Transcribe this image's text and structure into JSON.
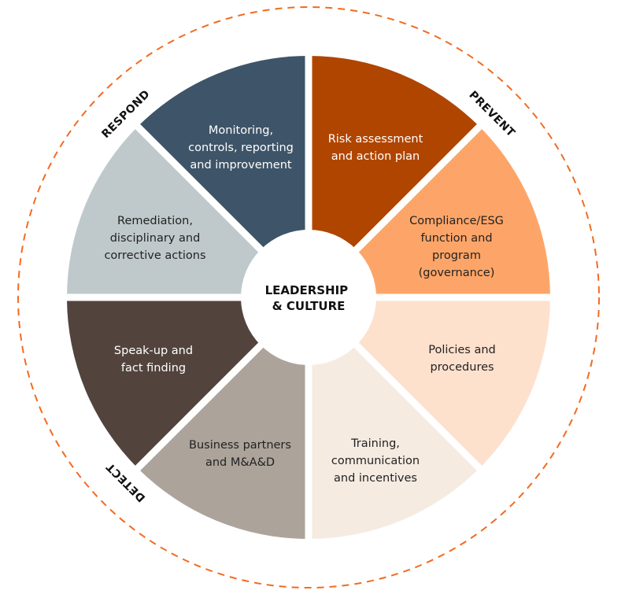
{
  "center": {
    "line1": "LEADERSHIP",
    "line2": "& CULTURE"
  },
  "phases": {
    "respond": "RESPOND",
    "prevent": "PREVENT",
    "detect": "DETECT"
  },
  "accent_color": "#f26b21",
  "segments": [
    {
      "lines": [
        "Risk assessment",
        "and action plan"
      ],
      "color": "#b04500",
      "text_color": "#ffffff"
    },
    {
      "lines": [
        "Compliance/ESG",
        "function and",
        "program",
        "(governance)"
      ],
      "color": "#fda568",
      "text_color": "#222222"
    },
    {
      "lines": [
        "Policies and",
        "procedures"
      ],
      "color": "#fde1cd",
      "text_color": "#222222"
    },
    {
      "lines": [
        "Training,",
        "communication",
        "and incentives"
      ],
      "color": "#f5ebe1",
      "text_color": "#222222"
    },
    {
      "lines": [
        "Business partners",
        "and M&A&D"
      ],
      "color": "#aca49b",
      "text_color": "#222222"
    },
    {
      "lines": [
        "Speak-up and",
        "fact finding"
      ],
      "color": "#52443d",
      "text_color": "#ffffff"
    },
    {
      "lines": [
        "Remediation,",
        "disciplinary and",
        "corrective actions"
      ],
      "color": "#bfc9cb",
      "text_color": "#222222"
    },
    {
      "lines": [
        "Monitoring,",
        "controls, reporting",
        "and improvement"
      ],
      "color": "#3e5468",
      "text_color": "#ffffff"
    }
  ]
}
